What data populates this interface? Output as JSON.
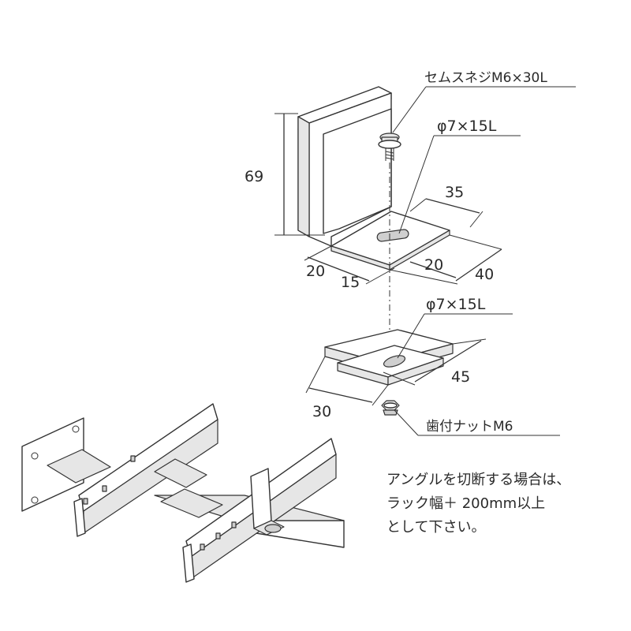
{
  "callouts": {
    "screw": "セムスネジM6×30L",
    "hole_top": "φ7×15L",
    "hole_bottom": "φ7×15L",
    "nut": "歯付ナットM6"
  },
  "dimensions": {
    "height": "69",
    "top_width_left": "20",
    "top_width_offset": "15",
    "top_width_right": "20",
    "top_depth": "40",
    "top_tab": "35",
    "bottom_width": "30",
    "bottom_depth": "45"
  },
  "note": {
    "line1": "アングルを切断する場合は、",
    "line2": "ラック幅＋ 200mm以上",
    "line3": "として下さい。"
  }
}
